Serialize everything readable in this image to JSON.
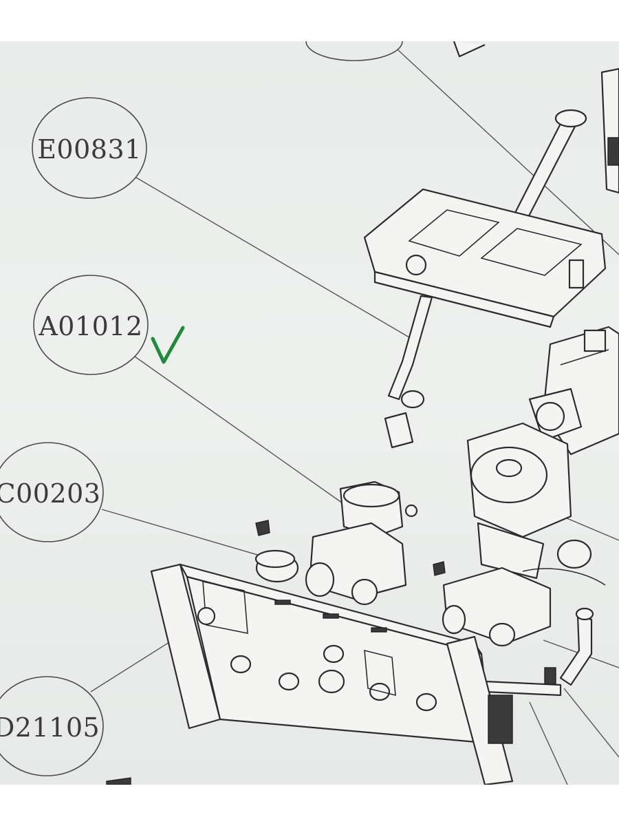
{
  "callouts": [
    {
      "id": "e00831",
      "label": "E00831"
    },
    {
      "id": "a01012",
      "label": "A01012"
    },
    {
      "id": "c00203",
      "label": "C00203"
    },
    {
      "id": "d21105",
      "label": "D21105"
    }
  ],
  "annotation": {
    "mark": "check",
    "color": "#1f8a3a"
  }
}
